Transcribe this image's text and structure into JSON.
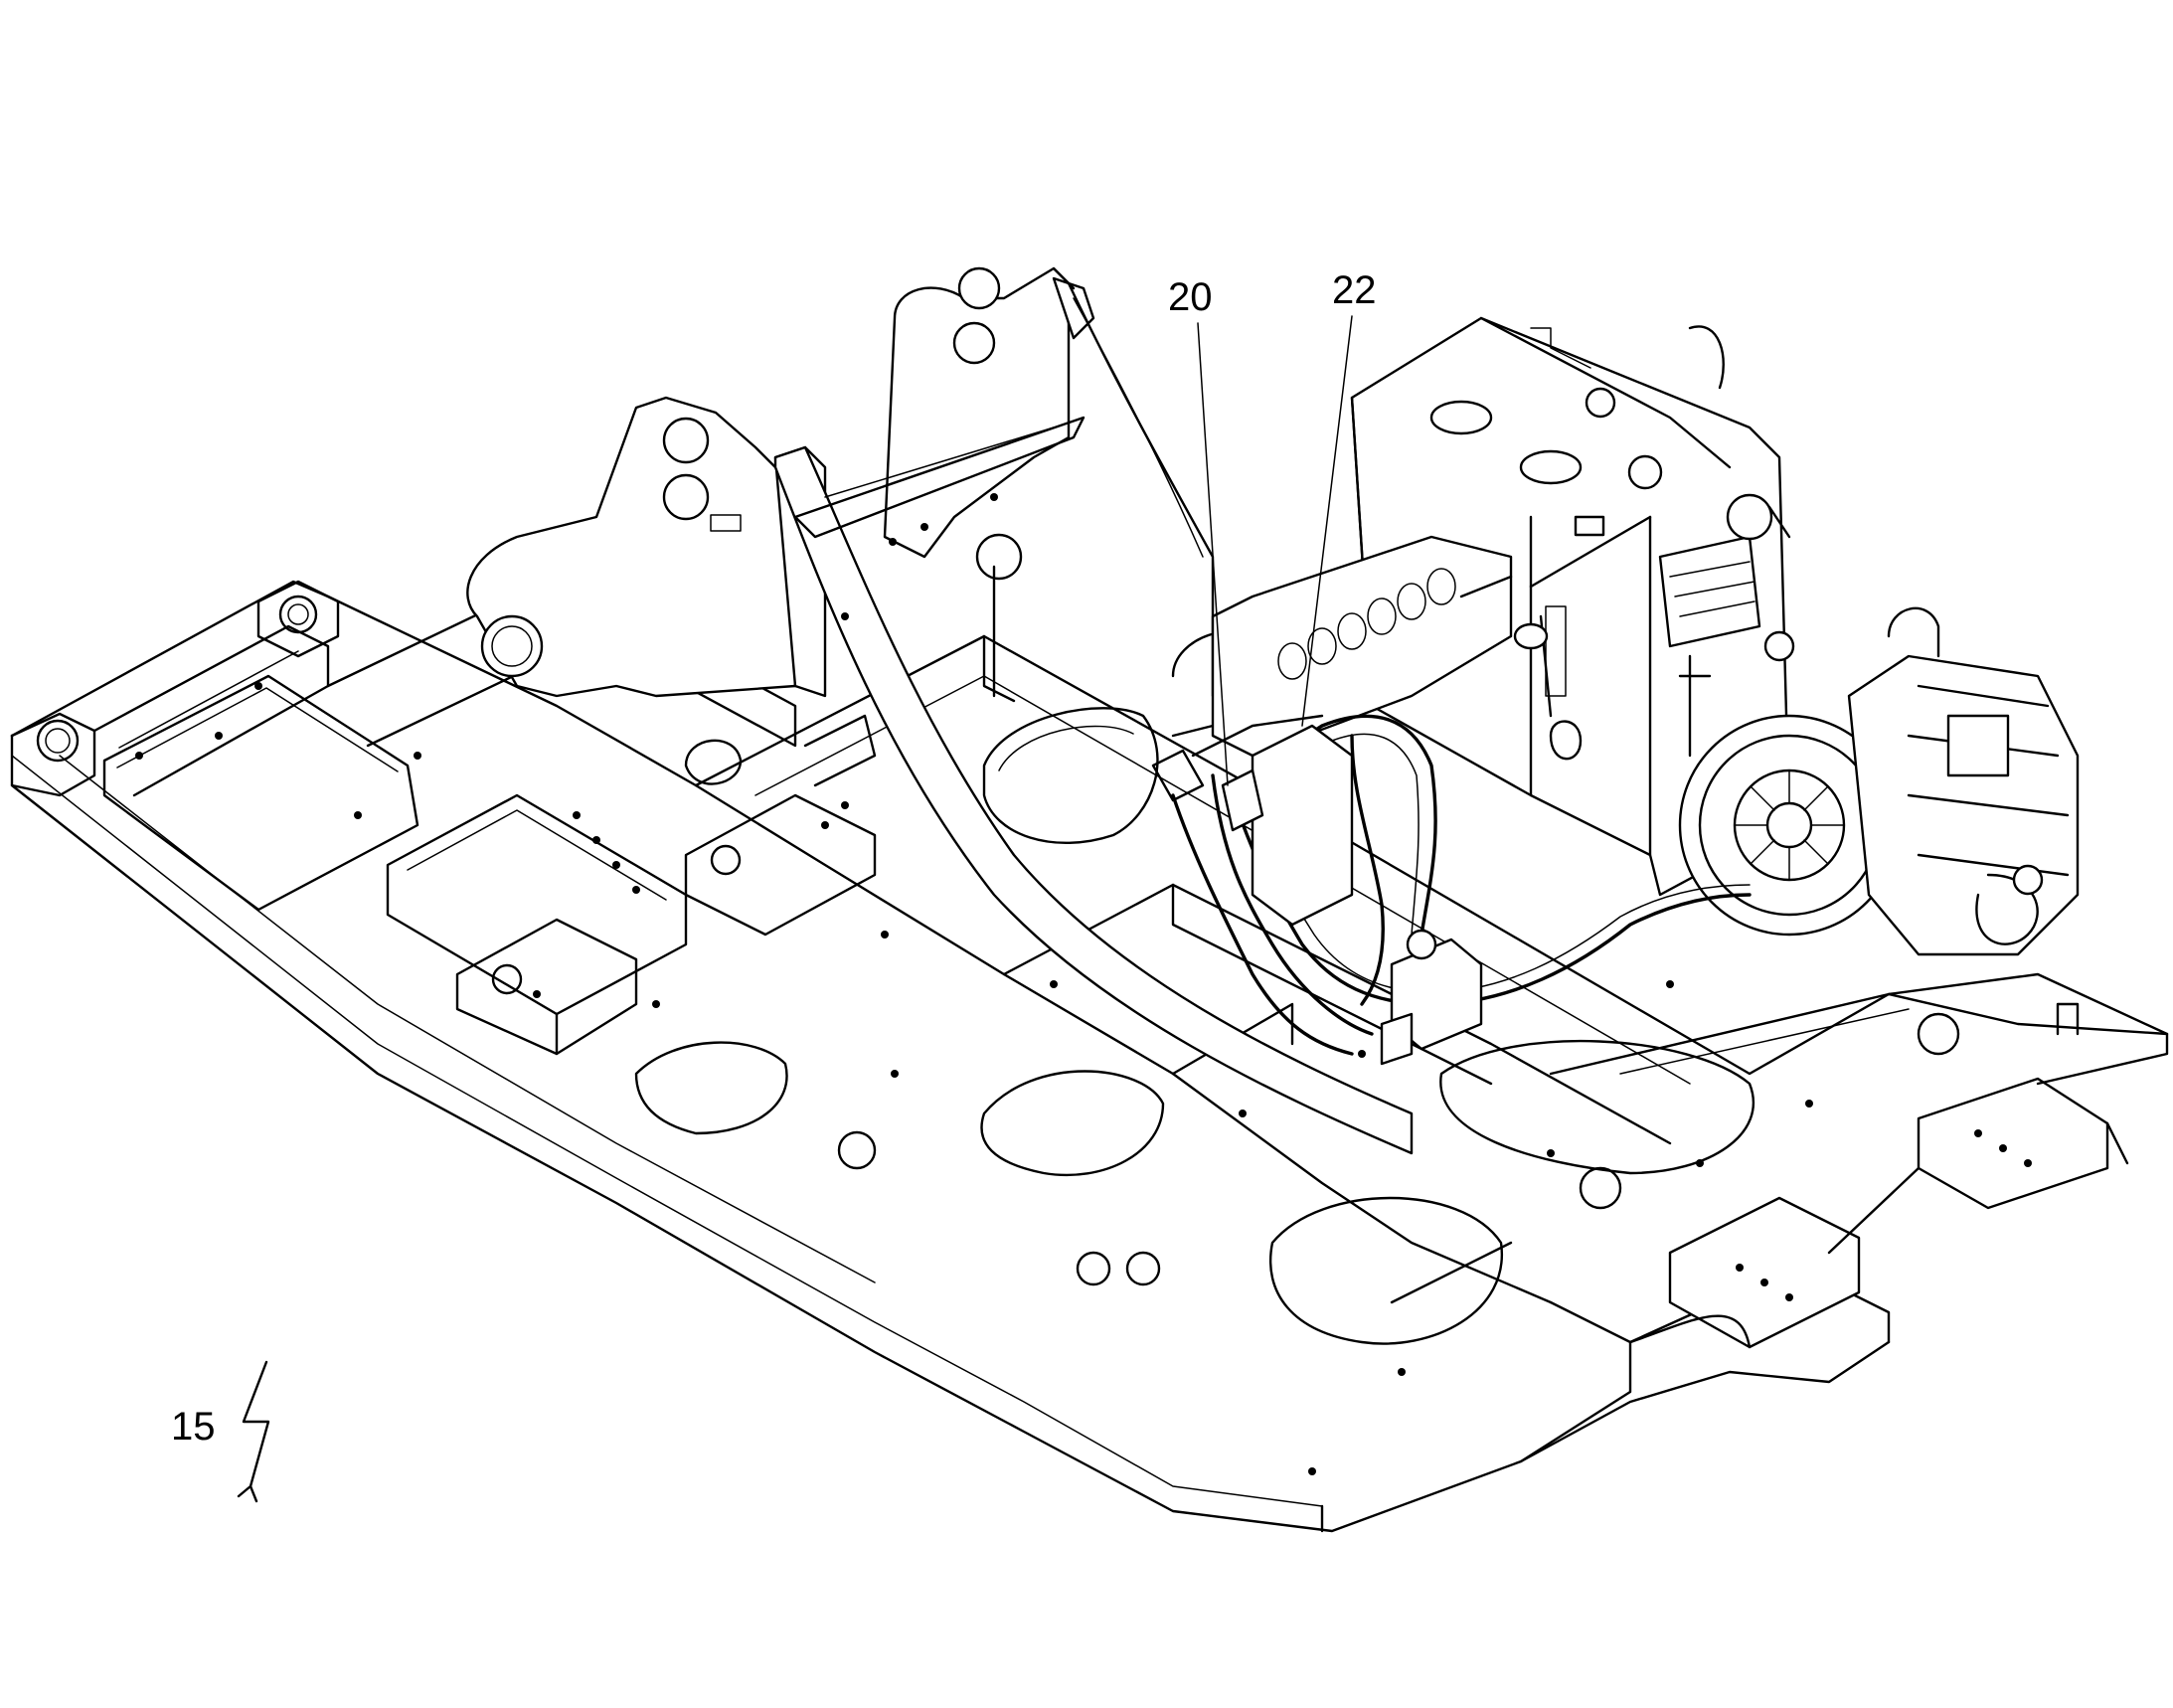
{
  "labels": {
    "ref_20": "20",
    "ref_22": "22",
    "ref_15": "15"
  },
  "colors": {
    "ink": "#000000",
    "paper": "#ffffff"
  },
  "icons": {
    "figure_marker": "lightning-arrow-icon"
  }
}
